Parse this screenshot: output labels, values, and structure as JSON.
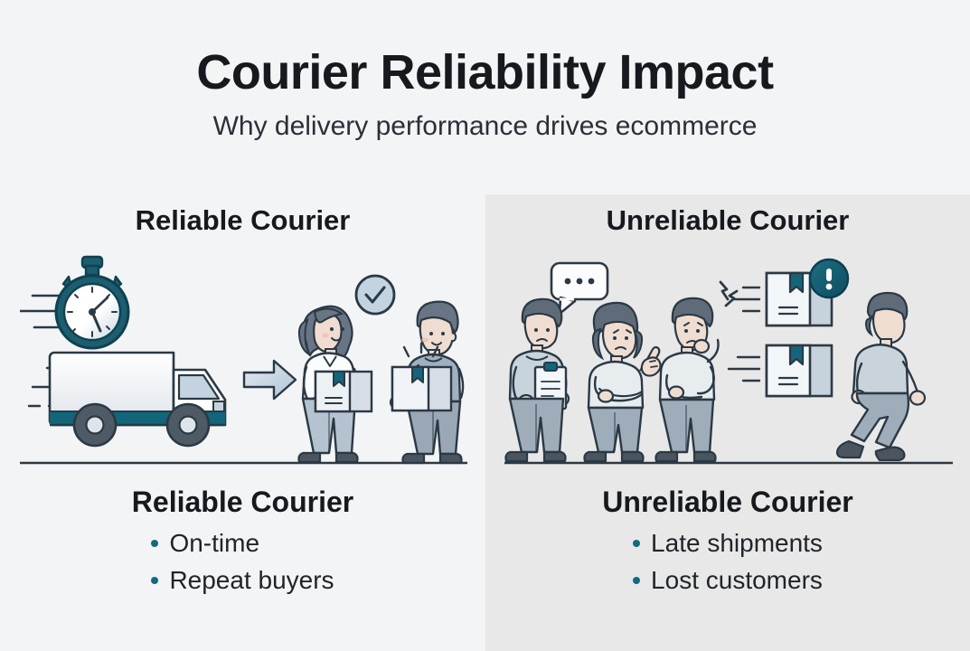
{
  "header": {
    "title": "Courier Reliability Impact",
    "subtitle": "Why delivery performance drives ecommerce"
  },
  "panels": [
    {
      "id": "reliable",
      "heading": "Reliable Courier",
      "footer_title": "Reliable Courier",
      "bullets": [
        "On-time",
        "Repeat buyers"
      ],
      "illustration": {
        "icons": [
          "stopwatch-icon",
          "speed-lines",
          "delivery-truck",
          "right-arrow-icon",
          "check-circle-icon",
          "person-receiving-package",
          "person-handing-package",
          "ground-line"
        ]
      }
    },
    {
      "id": "unreliable",
      "heading": "Unreliable Courier",
      "footer_title": "Unreliable Courier",
      "bullets": [
        "Late shipments",
        "Lost customers"
      ],
      "illustration": {
        "icons": [
          "person-with-clipboard",
          "speech-bubble-icon",
          "person-frustrated",
          "person-thinking",
          "anger-marks-icon",
          "package-box-alert",
          "alert-badge-icon",
          "package-box",
          "person-walking-away",
          "ground-line"
        ]
      }
    }
  ],
  "colors": {
    "background": "#f2f4f6",
    "panel_tint": "#e8e8e8",
    "title_text": "#16191d",
    "body_text": "#1f2429",
    "accent_teal": "#16687e",
    "accent_teal_dark": "#0f4f61",
    "line_stroke": "#2b3945",
    "fill_light": "#f4f6f8",
    "fill_mid": "#c3ced9",
    "fill_blue": "#b8cbdc",
    "skin": "#f0ddd1",
    "hair": "#5b6775",
    "shoe": "#4a5560"
  }
}
